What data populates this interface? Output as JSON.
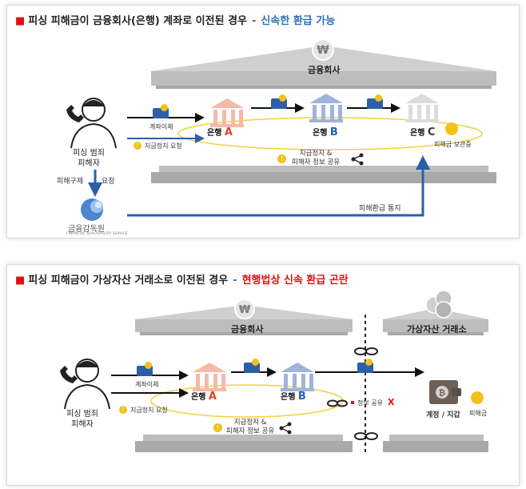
{
  "panel1": {
    "title_bullet": "■",
    "title_main": "피싱 피해금이 금융회사(은행) 계좌로 이전된 경우",
    "title_dash": "-",
    "title_tail": "신속한 환급 가능",
    "roof_label": "금융회사",
    "person_label_line1": "피싱 범죄",
    "person_label_line2": "피해자",
    "transfer_label": "계좌이체",
    "stop_request_label": "지급정지 요청",
    "bank_a_word": "은행",
    "bank_a_letter": "A",
    "bank_b_word": "은행",
    "bank_b_letter": "B",
    "bank_c_word": "은행",
    "bank_c_letter": "C",
    "holding_label": "피해금 보관중",
    "share_line1": "지급정지 &",
    "share_line2": "피해자 정보 공유",
    "relief_label": "피해구제",
    "request_label": "요청",
    "fss_name": "금융감독원",
    "fss_sub": "FINANCIAL SUPERVISORY SERVICE",
    "refund_notice": "피해환급 통지"
  },
  "panel2": {
    "title_bullet": "■",
    "title_main": "피싱 피해금이 가상자산 거래소로 이전된 경우",
    "title_dash": "-",
    "title_tail": "현행법상 신속 환급 곤란",
    "roof_label": "금융회사",
    "exchange_label": "가상자산 거래소",
    "person_label_line1": "피싱 범죄",
    "person_label_line2": "피해자",
    "transfer_label": "계좌이체",
    "stop_request_label": "지급정지 요청",
    "bank_a_word": "은행",
    "bank_a_letter": "A",
    "bank_b_word": "은행",
    "bank_b_letter": "B",
    "share_line1": "지급정지 &",
    "share_line2": "피해자 정보 공유",
    "info_share_label": "정보 공유",
    "info_share_x": "X",
    "wallet_label": "계정 / 지갑",
    "coin_label": "피해금"
  },
  "colors": {
    "accent_red": "#d11111",
    "accent_blue": "#2a6fb8",
    "roof_gray": "#c8c8c8",
    "arrow_blue": "#2c5fa8"
  }
}
